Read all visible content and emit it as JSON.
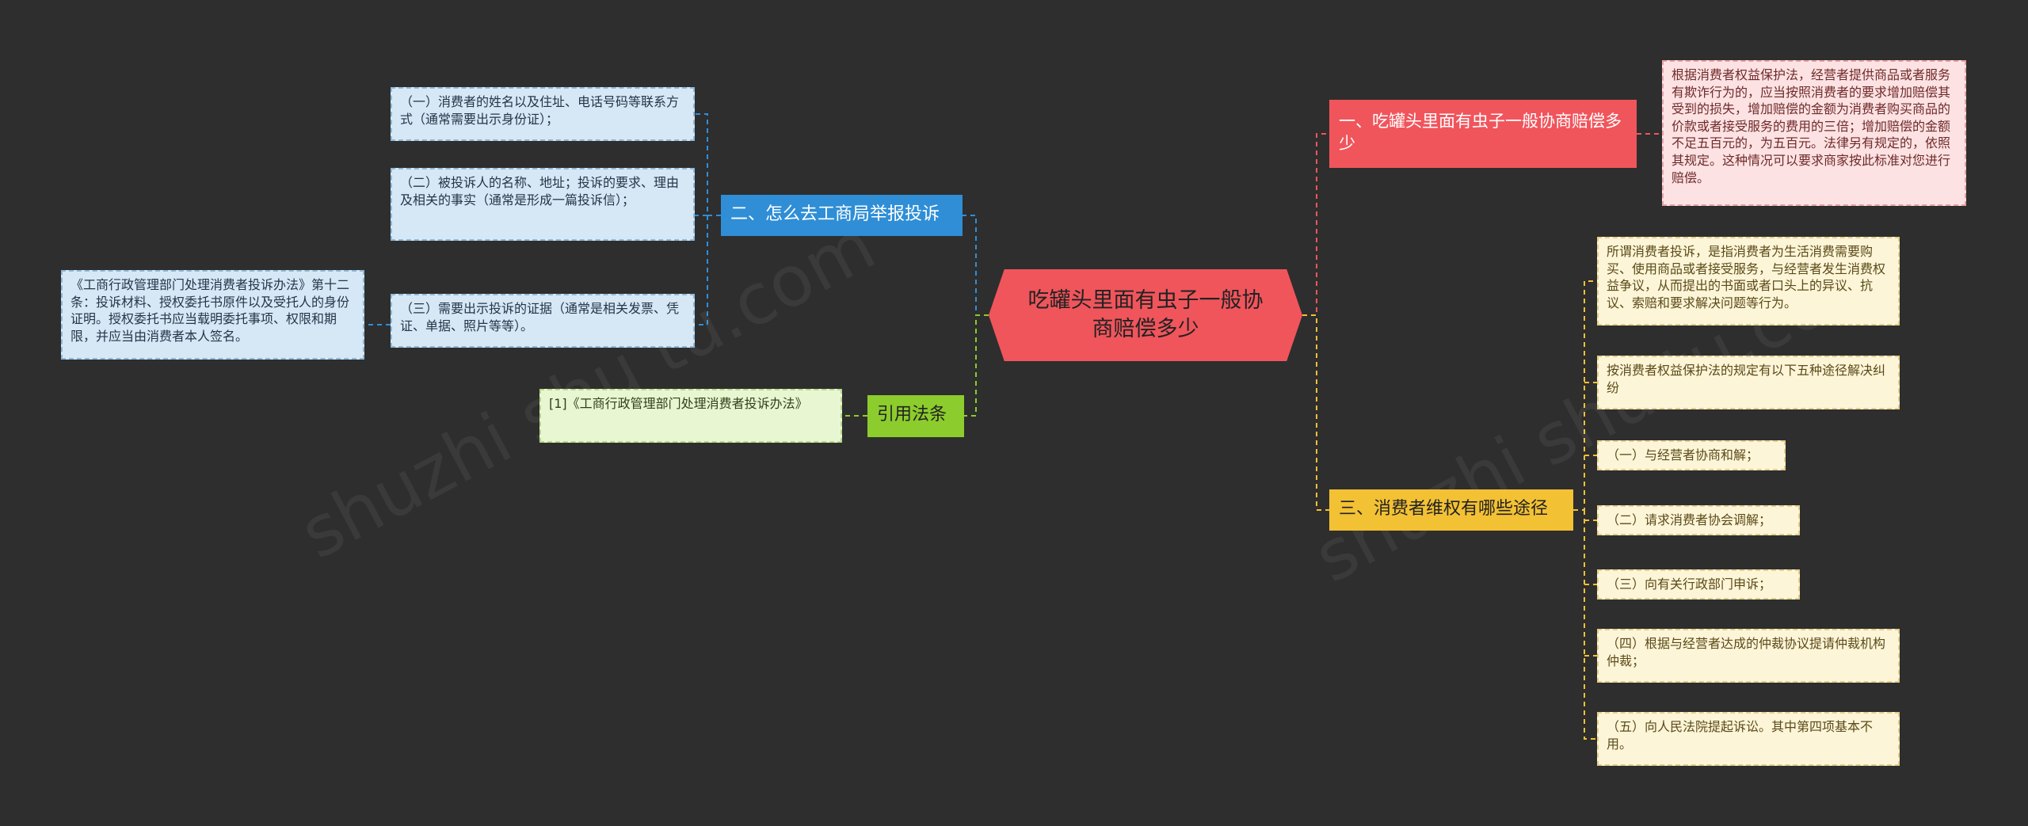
{
  "center": {
    "text": "吃罐头里面有虫子一般协商赔偿多少"
  },
  "branches": {
    "red": {
      "label": "一、吃罐头里面有虫子一般协商赔偿多少",
      "leaf": "根据消费者权益保护法，经营者提供商品或者服务有欺诈行为的，应当按照消费者的要求增加赔偿其受到的损失，增加赔偿的金额为消费者购买商品的价款或者接受服务的费用的三倍；增加赔偿的金额不足五百元的，为五百元。法律另有规定的，依照其规定。这种情况可以要求商家按此标准对您进行赔偿。"
    },
    "blue": {
      "label": "二、怎么去工商局举报投诉",
      "leaves": [
        "（一）消费者的姓名以及住址、电话号码等联系方式（通常需要出示身份证）；",
        "（二）被投诉人的名称、地址；投诉的要求、理由及相关的事实（通常是形成一篇投诉信）；",
        "（三）需要出示投诉的证据（通常是相关发票、凭证、单据、照片等等）。"
      ],
      "sub_leaf": "《工商行政管理部门处理消费者投诉办法》第十二条：投诉材料、授权委托书原件以及受托人的身份证明。授权委托书应当载明委托事项、权限和期限，并应当由消费者本人签名。"
    },
    "green": {
      "label": "引用法条",
      "leaf": "[1]《工商行政管理部门处理消费者投诉办法》"
    },
    "yellow": {
      "label": "三、消费者维权有哪些途径",
      "leaves": [
        "所谓消费者投诉，是指消费者为生活消费需要购买、使用商品或者接受服务，与经营者发生消费权益争议，从而提出的书面或者口头上的异议、抗议、索赔和要求解决问题等行为。",
        "按消费者权益保护法的规定有以下五种途径解决纠纷",
        "（一）与经营者协商和解；",
        "（二）请求消费者协会调解；",
        "（三）向有关行政部门申诉；",
        "（四）根据与经营者达成的仲裁协议提请仲裁机构仲裁；",
        "（五）向人民法院提起诉讼。其中第四项基本不用。"
      ]
    }
  },
  "watermark": "shuzhi shu tu.com",
  "colors": {
    "background": "#2e2e2e",
    "center": "#f0555c",
    "red": "#f0555c",
    "blue": "#2f8ed6",
    "green": "#8ccc2c",
    "yellow": "#f3c134"
  }
}
